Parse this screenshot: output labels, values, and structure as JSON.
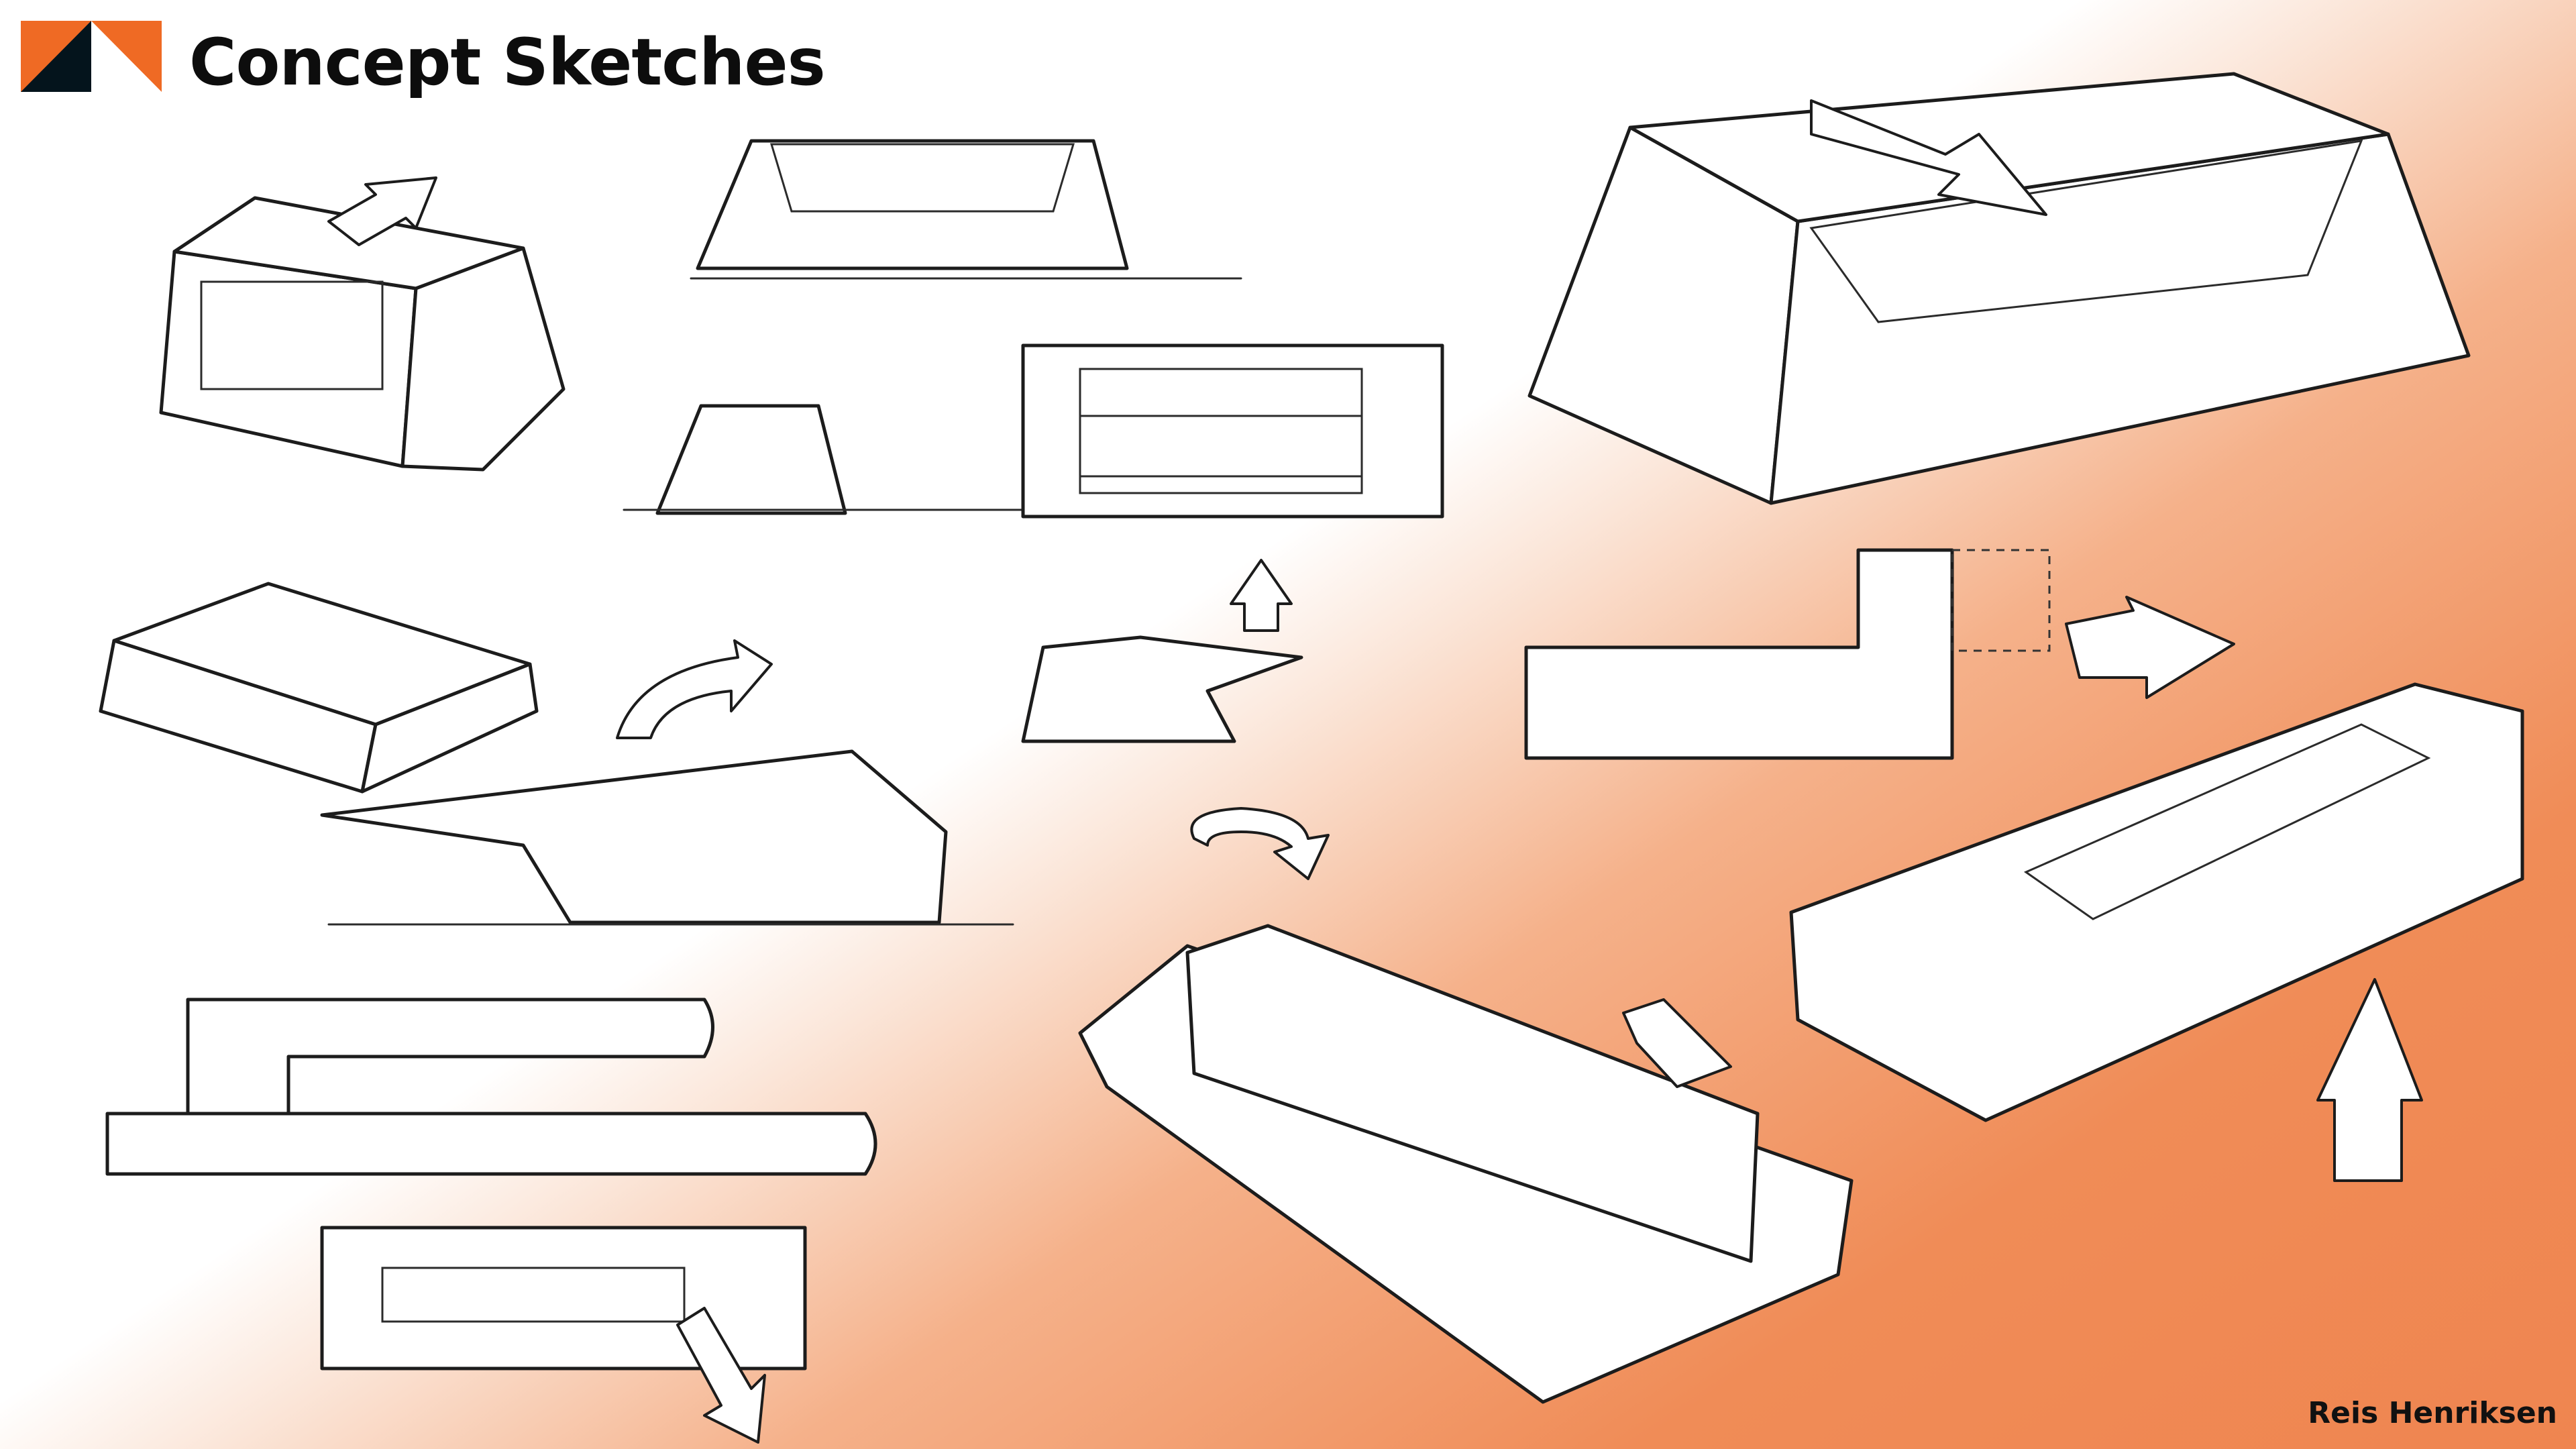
{
  "header": {
    "title": "Concept Sketches",
    "logo": "triangle-split-logo"
  },
  "footer": {
    "author": "Reis Henriksen"
  },
  "colors": {
    "accent": "#ef6a24",
    "logo_dark": "#04141c",
    "background_light": "#ffffff",
    "background_orange": "#ef8550",
    "ink": "#1c1c1c"
  },
  "sketches": [
    {
      "name": "perspective-box-with-arrow"
    },
    {
      "name": "trapezoid-front-view"
    },
    {
      "name": "small-side-profile"
    },
    {
      "name": "top-view-with-slot"
    },
    {
      "name": "large-perspective-holder"
    },
    {
      "name": "flat-pad-perspective"
    },
    {
      "name": "curved-arrow-sketch"
    },
    {
      "name": "wedge-side-profile"
    },
    {
      "name": "l-profile-with-dashed-extension"
    },
    {
      "name": "rotating-base-perspective"
    },
    {
      "name": "long-holder-perspective"
    },
    {
      "name": "stacked-bars-side-view"
    },
    {
      "name": "rectangle-with-slot-top-view"
    }
  ]
}
